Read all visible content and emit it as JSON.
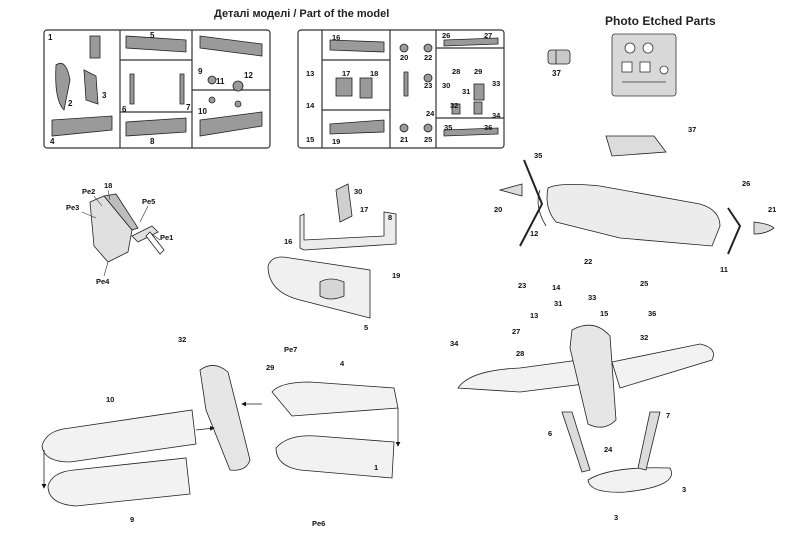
{
  "headers": {
    "model_parts": "Деталі моделі / Part of the model",
    "photo_etched": "Photo Etched Parts"
  },
  "sprue1_labels": [
    "1",
    "2",
    "3",
    "4",
    "5",
    "6",
    "7",
    "8",
    "9",
    "10",
    "11",
    "12"
  ],
  "sprue2_labels": [
    "13",
    "14",
    "15",
    "16",
    "17",
    "18",
    "19",
    "20",
    "21",
    "22",
    "23",
    "24",
    "25",
    "26",
    "27",
    "28",
    "29",
    "30",
    "31",
    "32",
    "33",
    "34",
    "35",
    "36"
  ],
  "pe_sheet_label": "37",
  "seat_labels": [
    "18",
    "Pe2",
    "Pe3",
    "Pe5",
    "Pe1",
    "Pe4"
  ],
  "cockpit_labels": [
    "30",
    "17",
    "8",
    "16",
    "19",
    "5"
  ],
  "fuselage_labels": [
    "37",
    "35",
    "26",
    "20",
    "12",
    "11",
    "21"
  ],
  "wing_labels": [
    "32",
    "Pe7",
    "29",
    "4",
    "10",
    "1",
    "9",
    "Pe6"
  ],
  "final_labels": [
    "22",
    "23",
    "14",
    "33",
    "31",
    "25",
    "13",
    "15",
    "36",
    "27",
    "34",
    "32",
    "28",
    "7",
    "6",
    "24",
    "3",
    "3"
  ]
}
